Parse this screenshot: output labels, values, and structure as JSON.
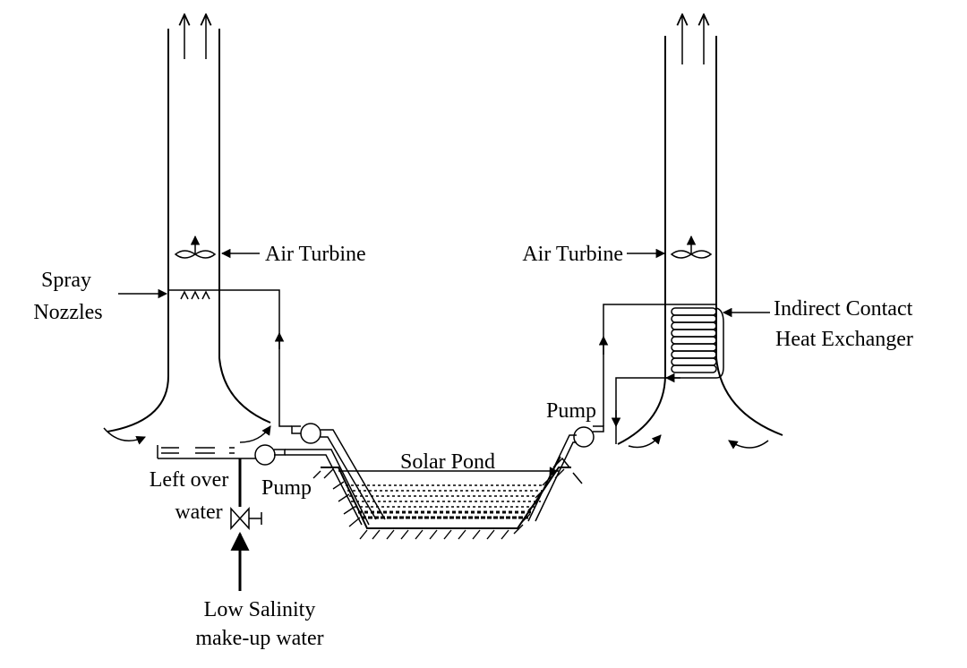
{
  "labels": {
    "air_turbine_left": "Air Turbine",
    "air_turbine_right": "Air Turbine",
    "spray_nozzles_line1": "Spray",
    "spray_nozzles_line2": "Nozzles",
    "heat_exchanger_line1": "Indirect Contact",
    "heat_exchanger_line2": "Heat Exchanger",
    "pump_right": "Pump",
    "pump_left": "Pump",
    "solar_pond": "Solar Pond",
    "left_over_line1": "Left over",
    "left_over_line2": "water",
    "makeup_line1": "Low Salinity",
    "makeup_line2": "make-up water"
  }
}
